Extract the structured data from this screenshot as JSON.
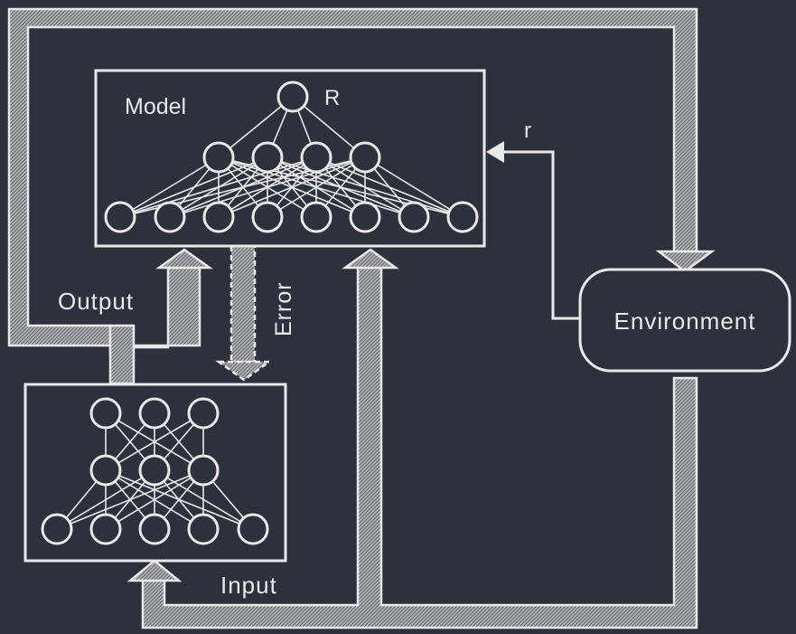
{
  "colors": {
    "background": "#2c313c",
    "ink": "#e9e9ea",
    "pipe_fill": "#aeb0b4"
  },
  "model": {
    "label": "Model",
    "output_node_label": "R"
  },
  "environment": {
    "label": "Environment"
  },
  "signals": {
    "reward": "r",
    "output": "Output",
    "error": "Error",
    "input": "Input"
  }
}
